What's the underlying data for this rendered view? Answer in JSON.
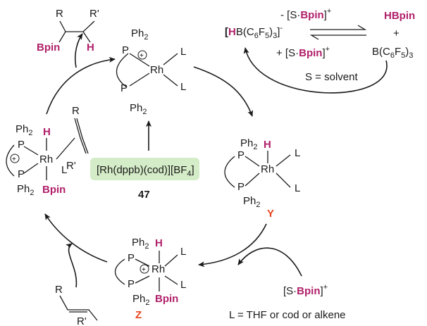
{
  "catalyst": {
    "formula_main": "[Rh(dppb)(cod)][BF",
    "formula_sub": "4",
    "formula_close": "]",
    "number": "47",
    "bg_color": "#d4ecc7"
  },
  "labels": {
    "ph2": "Ph",
    "ph2_sub": "2",
    "p": "P",
    "rh": "Rh",
    "l": "L",
    "h": "H",
    "bpin": "Bpin",
    "r": "R",
    "r_prime": "R'",
    "plus_symbol": "+",
    "minus_symbol": "-",
    "int_y": "Y",
    "int_z": "Z"
  },
  "equilibrium": {
    "hydroborate_open": "[",
    "hydroborate_h": "H",
    "hydroborate_b": "B(C",
    "c6": "6",
    "f": "F",
    "f5": "5",
    "close3": ")",
    "sub3": "3",
    "bracket_close": "]",
    "charge_minus": "-",
    "charge_plus": "+",
    "forward_pre": "- [S·",
    "reverse_pre": "+ [S·",
    "bpin": "Bpin",
    "cation_close": "]",
    "hbpin": "HBpin",
    "plus": "+",
    "borane": "B(C",
    "solvent_def": "S = solvent"
  },
  "reagents": {
    "sbpin_open": "[S·",
    "sbpin_bpin": "Bpin",
    "sbpin_close": "]",
    "sbpin_charge": "+"
  },
  "legend": {
    "ligand_def": "L = THF or cod or alkene"
  },
  "colors": {
    "magenta": "#b0206a",
    "orange": "#e8441f",
    "ink": "#1a1a1a"
  }
}
